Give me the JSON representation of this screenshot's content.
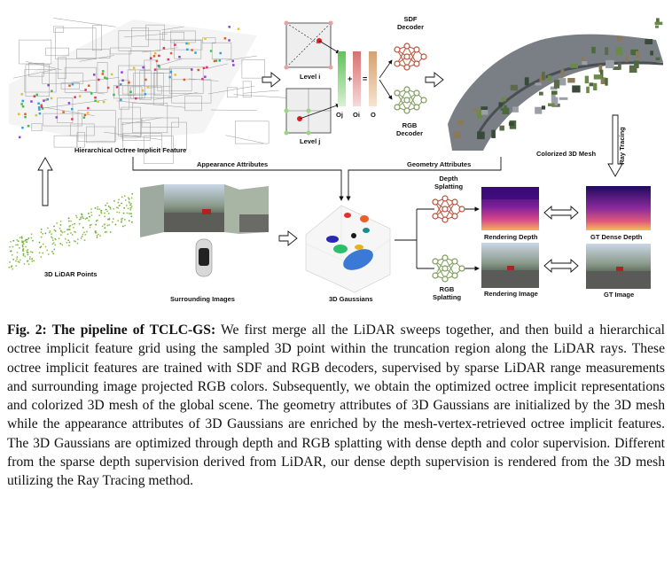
{
  "figure": {
    "labels": {
      "hierarchical_feature": "Hierarchical Octree Implicit Feature",
      "level_i": "Level i",
      "level_j": "Level j",
      "sdf_decoder": "SDF Decoder",
      "rgb_decoder": "RGB Decoder",
      "oj": "Oj",
      "oi": "Oi",
      "o": "O",
      "plus": "+",
      "equals": "=",
      "colorized_mesh": "Colorized 3D Mesh",
      "ray_tracing": "Ray Tracing",
      "appearance_attributes": "Appearance Attributes",
      "geometry_attributes": "Geometry Attributes",
      "lidar_points": "3D LiDAR Points",
      "surrounding_images": "Surrounding Images",
      "gaussians": "3D Gaussians",
      "depth_splatting": "Depth Splatting",
      "rgb_splatting": "RGB Splatting",
      "rendering_depth": "Rendering Depth",
      "gt_dense_depth": "GT Dense Depth",
      "rendering_image": "Rendering Image",
      "gt_image": "GT Image"
    },
    "colors": {
      "sdf_net": "#b5523b",
      "rgb_net": "#7d9b5a",
      "bar_green": "#8fd48a",
      "bar_red": "#d98a8a",
      "bar_tan": "#d9b48a",
      "lidar": "#8bc34a"
    }
  },
  "caption": {
    "bold_prefix": "Fig. 2: The pipeline of TCLC-GS:",
    "text": " We first merge all the LiDAR sweeps together, and then build a hierarchical octree implicit feature grid using the sampled 3D point within the truncation region along the LiDAR rays. These octree implicit features are trained with SDF and RGB decoders, supervised by sparse LiDAR range measurements and surrounding image projected RGB colors. Subsequently, we obtain the optimized octree implicit representations and colorized 3D mesh of the global scene. The geometry attributes of 3D Gaussians are initialized by the 3D mesh while the appearance attributes of 3D Gaussians are enriched by the mesh-vertex-retrieved octree implicit features. The 3D Gaussians are optimized through depth and RGB splatting with dense depth and color supervision. Different from the sparse depth supervision derived from LiDAR, our dense depth supervision is rendered from the 3D mesh utilizing the Ray Tracing method."
  }
}
